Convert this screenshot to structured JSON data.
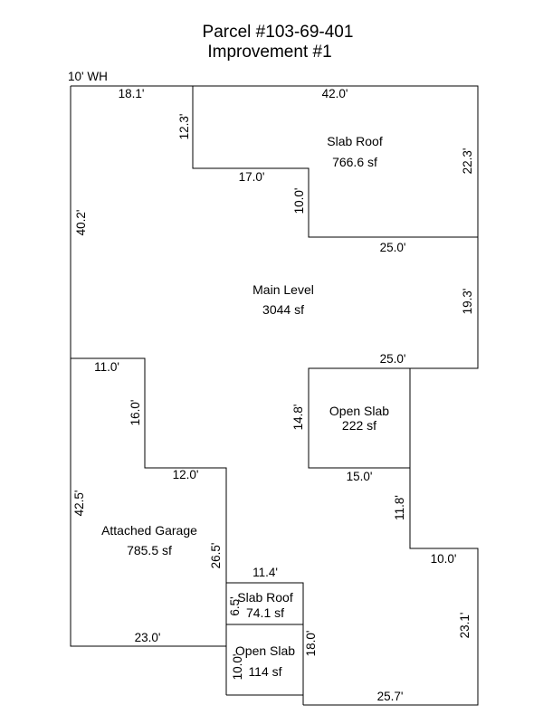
{
  "title": {
    "parcel": "Parcel #103-69-401",
    "improvement": "Improvement #1"
  },
  "wall_height_note": "10' WH",
  "areas": {
    "slab_roof_top": {
      "name": "Slab Roof",
      "size": "766.6 sf"
    },
    "main_level": {
      "name": "Main Level",
      "size": "3044 sf"
    },
    "open_slab_center": {
      "name": "Open Slab",
      "size": "222 sf"
    },
    "attached_garage": {
      "name": "Attached Garage",
      "size": "785.5 sf"
    },
    "slab_roof_small": {
      "name": "Slab Roof",
      "size": "74.1 sf"
    },
    "open_slab_small": {
      "name": "Open Slab",
      "size": "114 sf"
    }
  },
  "dimensions": {
    "d_18_1": "18.1'",
    "d_42_0": "42.0'",
    "d_12_3": "12.3'",
    "d_22_3": "22.3'",
    "d_17_0": "17.0'",
    "d_10_0_a": "10.0'",
    "d_40_2": "40.2'",
    "d_25_0_a": "25.0'",
    "d_19_3": "19.3'",
    "d_25_0_b": "25.0'",
    "d_11_0": "11.0'",
    "d_16_0": "16.0'",
    "d_14_8": "14.8'",
    "d_15_0": "15.0'",
    "d_12_0": "12.0'",
    "d_11_8": "11.8'",
    "d_42_5": "42.5'",
    "d_10_0_b": "10.0'",
    "d_26_5": "26.5'",
    "d_11_4": "11.4'",
    "d_6_5": "6.5'",
    "d_23_1": "23.1'",
    "d_23_0": "23.0'",
    "d_18_0": "18.0'",
    "d_10_0_c": "10.0'",
    "d_25_7": "25.7'"
  }
}
